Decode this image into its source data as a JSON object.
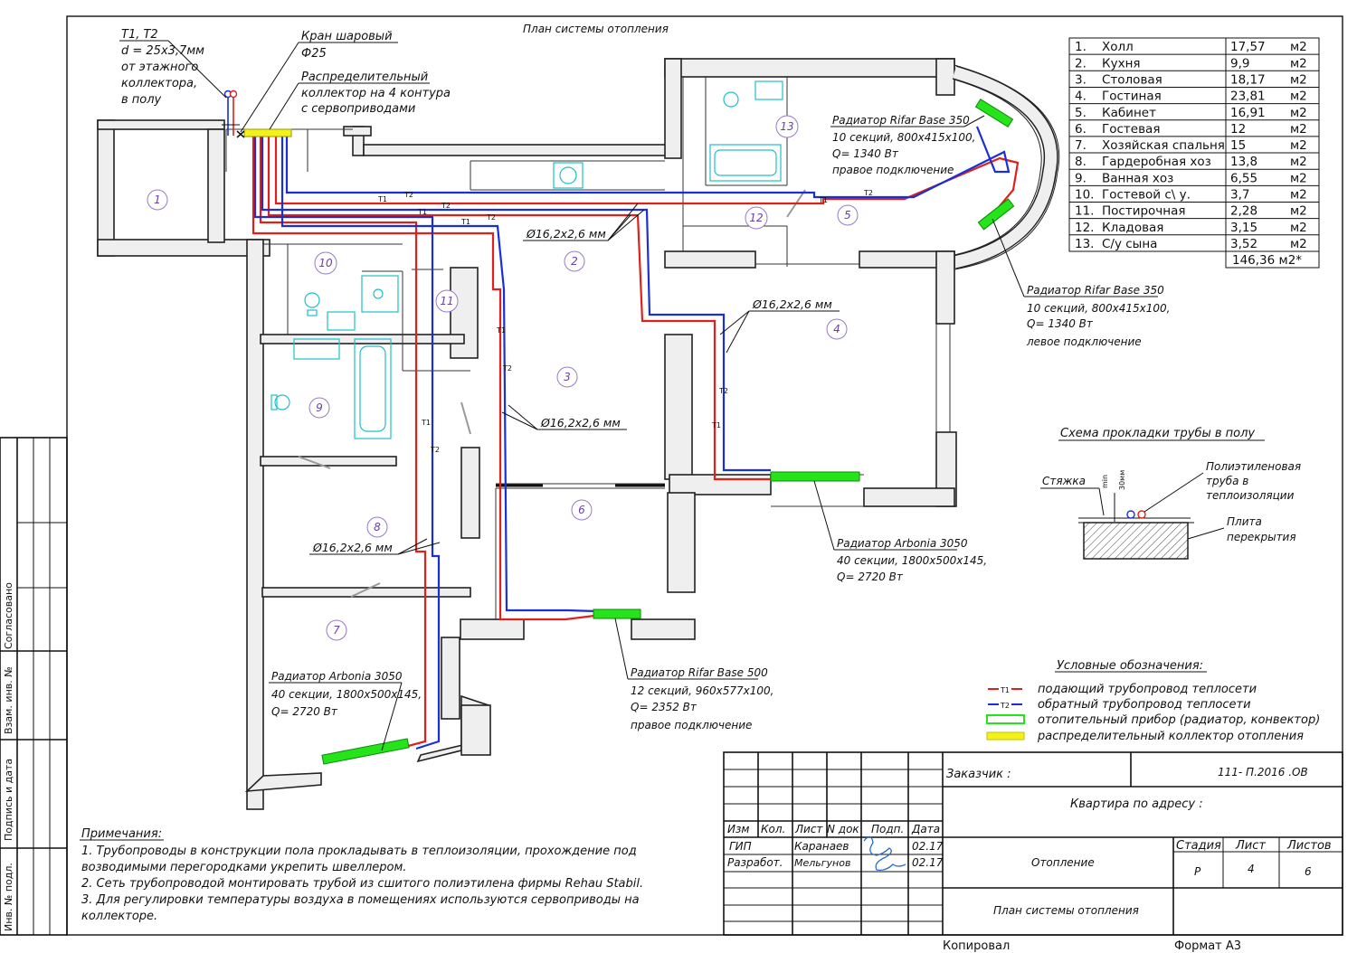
{
  "title": "План системы отопления",
  "riser_note": {
    "lines": [
      "Т1, Т2",
      "d = 25х3,7мм",
      "от этажного",
      "коллектора,",
      "в полу"
    ]
  },
  "valve_note": {
    "lines": [
      "Кран шаровый",
      "Ф25"
    ]
  },
  "collector_note": {
    "lines": [
      "Распределительный",
      "коллектор на 4 контура",
      "с сервоприводами"
    ]
  },
  "pipe_label": "Ø16,2х2,6 мм",
  "pipe_tags": {
    "supply": "Т1",
    "return": "Т2"
  },
  "rooms_table": [
    {
      "no": "1.",
      "name": "Холл",
      "area": "17,57",
      "unit": "м2"
    },
    {
      "no": "2.",
      "name": "Кухня",
      "area": "9,9",
      "unit": "м2"
    },
    {
      "no": "3.",
      "name": "Столовая",
      "area": "18,17",
      "unit": "м2"
    },
    {
      "no": "4.",
      "name": "Гостиная",
      "area": "23,81",
      "unit": "м2"
    },
    {
      "no": "5.",
      "name": "Кабинет",
      "area": "16,91",
      "unit": "м2"
    },
    {
      "no": "6.",
      "name": "Гостевая",
      "area": "12",
      "unit": "м2"
    },
    {
      "no": "7.",
      "name": "Хозяйская спальня",
      "area": "15",
      "unit": "м2"
    },
    {
      "no": "8.",
      "name": "Гардеробная хоз",
      "area": "13,8",
      "unit": "м2"
    },
    {
      "no": "9.",
      "name": "Ванная хоз",
      "area": "6,55",
      "unit": "м2"
    },
    {
      "no": "10.",
      "name": "Гостевой с\\ у.",
      "area": "3,7",
      "unit": "м2"
    },
    {
      "no": "11.",
      "name": "Постирочная",
      "area": "2,28",
      "unit": "м2"
    },
    {
      "no": "12.",
      "name": "Кладовая",
      "area": "3,15",
      "unit": "м2"
    },
    {
      "no": "13.",
      "name": "С/у сына",
      "area": "3,52",
      "unit": "м2"
    }
  ],
  "rooms_total": "146,36  м2*",
  "room_numbers": [
    "1",
    "2",
    "3",
    "4",
    "5",
    "6",
    "7",
    "8",
    "9",
    "10",
    "11",
    "12",
    "13"
  ],
  "radiator_notes": {
    "r1": {
      "head": "Радиатор Rifar Base 350",
      "lines": [
        "10 секций, 800х415х100,",
        "Q= 1340 Вт",
        "правое подключение"
      ]
    },
    "r2": {
      "head": "Радиатор Rifar Base 350",
      "lines": [
        "10 секций, 800х415х100,",
        "Q= 1340 Вт",
        "левое подключение"
      ]
    },
    "r3": {
      "head": "Радиатор Arbonia 3050",
      "lines": [
        "40 секции, 1800х500х145,",
        "Q= 2720 Вт"
      ]
    },
    "r4": {
      "head": "Радиатор Rifar Base 500",
      "lines": [
        "12 секций, 960х577х100,",
        "Q= 2352 Вт",
        "правое подключение"
      ]
    },
    "r5": {
      "head": "Радиатор Arbonia 3050",
      "lines": [
        "40 секции, 1800х500х145,",
        "Q= 2720 Вт"
      ]
    }
  },
  "floor_scheme": {
    "title": "Схема прокладки трубы в полу",
    "screed": "Стяжка",
    "min": "min",
    "thickness": "30мм",
    "pipe_label": [
      "Полиэтиленовая",
      "труба в",
      "теплоизоляции"
    ],
    "slab_label": [
      "Плита",
      "перекрытия"
    ]
  },
  "legend": {
    "title": "Условные обозначения:",
    "items": [
      {
        "tag": "Т1",
        "text": "подающий трубопровод теплосети",
        "color": "#e0201a"
      },
      {
        "tag": "Т2",
        "text": "обратный трубопровод теплосети",
        "color": "#1a2fd6"
      },
      {
        "tag": "",
        "text": "отопительный прибор (радиатор, конвектор)",
        "color": "#26e41a"
      },
      {
        "tag": "",
        "text": "распределительный коллектор отопления",
        "color": "#f2f21a"
      }
    ]
  },
  "notes": {
    "title": "Примечания:",
    "lines": [
      "1. Трубопроводы в конструкции пола прокладывать в теплоизоляции, прохождение под",
      "возводимыми перегородками укрепить швеллером.",
      "2. Сеть трубопроводой монтировать трубой из сшитого полиэтилена фирмы  Rehau Stabil.",
      "3. Для регулировки температуры воздуха в помещениях используются сервоприводы на",
      "коллекторе."
    ]
  },
  "side_stamp": {
    "agreed": "Согласовано",
    "inv_repl": "Взам. инв. №",
    "sign_date": "Подпись и дата",
    "inv_orig": "Инв. № подл."
  },
  "title_block": {
    "customer": "Заказчик :",
    "code": "111- П.2016 .ОВ",
    "address": "Квартира по адресу :",
    "cols": [
      "Изм",
      "Кол.",
      "Лист",
      "N док",
      "Подп.",
      "Дата"
    ],
    "people": [
      {
        "role": "ГИП",
        "name": "Каранаев",
        "date": "02.17"
      },
      {
        "role": "Разработ.",
        "name": "Мельгунов",
        "date": "02.17"
      }
    ],
    "section": "Отопление",
    "sheet_title": "План системы отопления",
    "stage_h": "Стадия",
    "sheet_h": "Лист",
    "sheets_h": "Листов",
    "stage": "Р",
    "sheet": "4",
    "sheets": "6",
    "copied": "Копировал",
    "format": "Формат А3"
  }
}
